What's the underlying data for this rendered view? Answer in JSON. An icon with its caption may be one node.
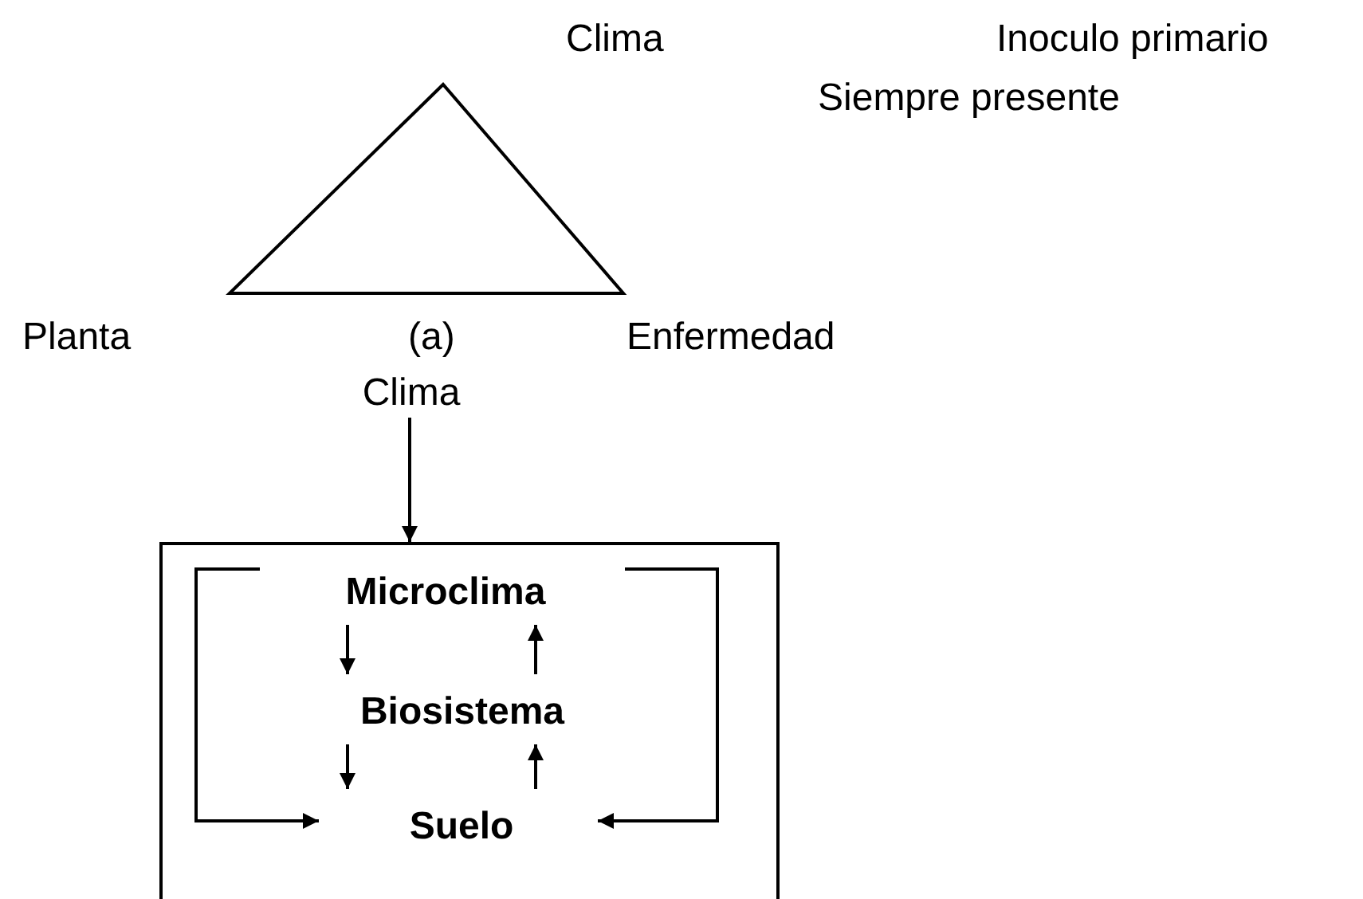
{
  "diagram": {
    "nodes": [
      {
        "text": [],
        "shape": "triangle",
        "beside": [
          "Clima",
          "Planta",
          "(a)",
          "Enfermedad"
        ]
      },
      {
        "text": [
          "Clima"
        ]
      },
      {
        "text": [],
        "shape": "box"
      },
      {
        "text": [
          "Microclima"
        ],
        "in": 2
      },
      {
        "text": [
          "Biosistema"
        ],
        "in": 2
      },
      {
        "text": [
          "Suelo"
        ],
        "in": 2
      }
    ],
    "edges": [
      {
        "from": 1,
        "to": 2,
        "arrow": "to"
      },
      {
        "from": 3,
        "to": 4,
        "arrow": "to"
      },
      {
        "from": 4,
        "to": 3,
        "arrow": "to"
      },
      {
        "from": 4,
        "to": 5,
        "arrow": "to"
      },
      {
        "from": 5,
        "to": 4,
        "arrow": "to"
      },
      {
        "from": 3,
        "to": 5,
        "arrow": "to"
      },
      {
        "from": 3,
        "to": 5,
        "arrow": "to"
      }
    ],
    "labels": [
      "Inoculo primario",
      "Siempre presente"
    ]
  }
}
